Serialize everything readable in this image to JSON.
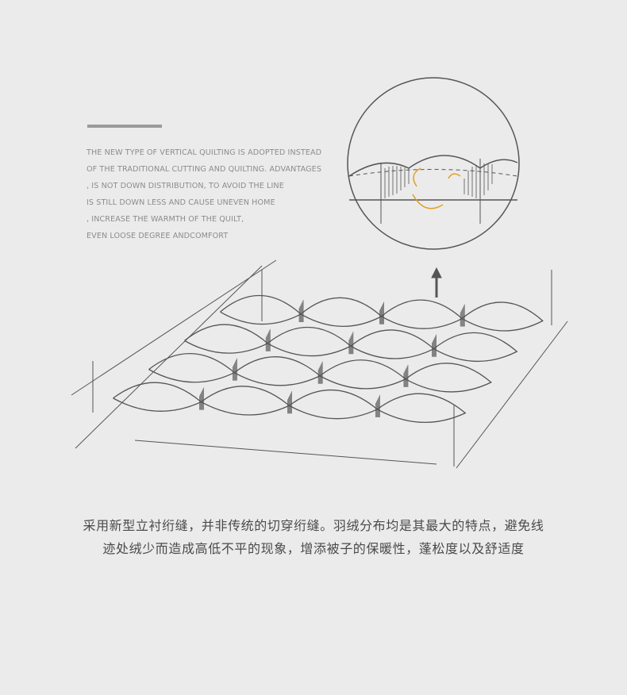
{
  "description_en": {
    "lines": [
      "THE NEW TYPE OF VERTICAL QUILTING IS ADOPTED INSTEAD",
      "OF THE TRADITIONAL CUTTING AND QUILTING. ADVANTAGES",
      ", IS NOT DOWN DISTRIBUTION, TO AVOID THE LINE",
      "IS STILL DOWN LESS AND CAUSE UNEVEN HOME",
      ", INCREASE THE WARMTH OF THE QUILT,",
      "EVEN LOOSE DEGREE ANDCOMFORT"
    ]
  },
  "description_cn": {
    "lines": [
      "采用新型立衬绗缝，并非传统的切穿绗缝。羽绒分布均是其最大的特点，避免线",
      "迹处绒少而造成高低不平的现象，增添被子的保暖性，蓬松度以及舒适度"
    ]
  },
  "colors": {
    "background": "#ebebeb",
    "line": "#555555",
    "accent_arrow": "#e0a020"
  }
}
